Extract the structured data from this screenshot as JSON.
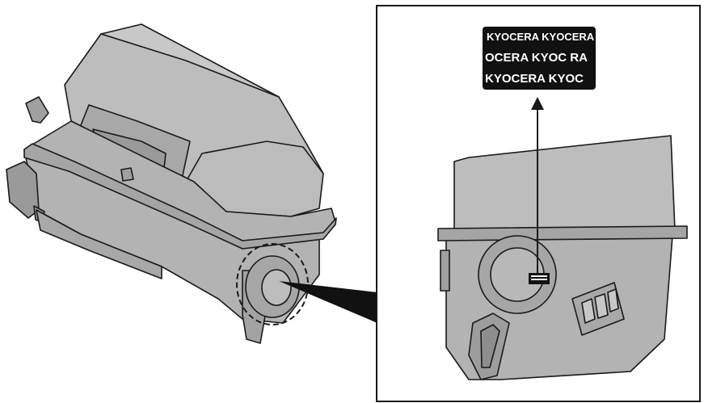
{
  "colors": {
    "ink": "#1a1a1a",
    "body_fill": "#b3b3b3",
    "body_dark": "#9a9a9a",
    "body_light": "#c8c8c8",
    "label_bg": "#111111",
    "label_text": "#ffffff",
    "background": "#ffffff"
  },
  "hologram_label": {
    "row1": "KYOCERA KYOCERA",
    "row2": "OCERA KYOC RA",
    "row3": "KYOCERA KYOC"
  },
  "icons": {
    "arrow": "arrow-up-icon",
    "magnify": "magnify-circle-icon",
    "kyocera_mark": "kyocera-mark-icon"
  }
}
